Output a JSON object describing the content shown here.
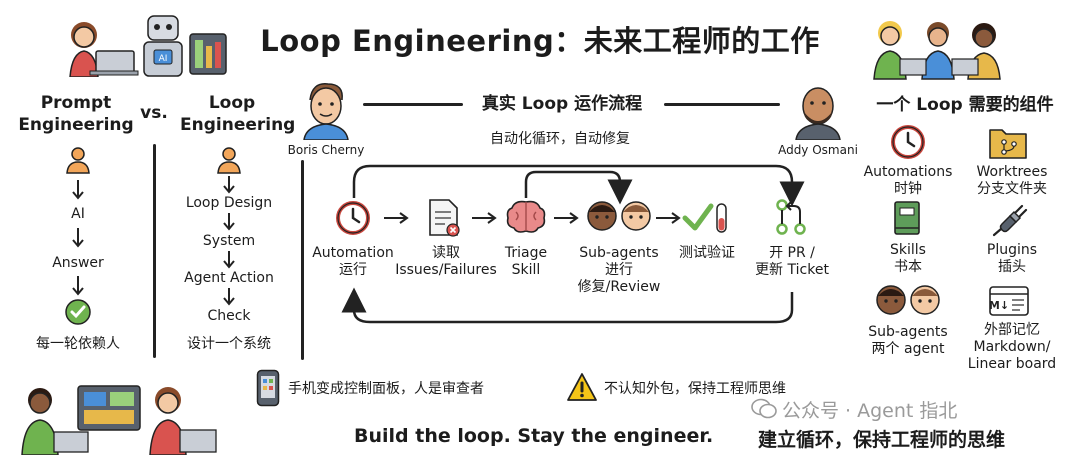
{
  "title": "Loop Engineering：未来工程师的工作",
  "left": {
    "prompt_title": "Prompt\nEngineering",
    "vs": "vs.",
    "loop_title": "Loop\nEngineering",
    "prompt_steps": [
      "AI",
      "Answer"
    ],
    "prompt_caption": "每一轮依赖人",
    "loop_steps": [
      "Loop Design",
      "System",
      "Agent Action",
      "Check"
    ],
    "loop_caption": "设计一个系统"
  },
  "center": {
    "header": "真实 Loop 运作流程",
    "subheader": "自动化循环，自动修复",
    "person_left": "Boris Cherny",
    "person_right": "Addy Osmani",
    "flow": [
      {
        "icon": "clock-icon",
        "label": "Automation\n运行"
      },
      {
        "icon": "document-icon",
        "label": "读取\nIssues/Failures"
      },
      {
        "icon": "brain-icon",
        "label": "Triage\nSkill"
      },
      {
        "icon": "agents-icon",
        "label": "Sub-agents\n进行\n修复/Review"
      },
      {
        "icon": "test-tube-icon",
        "label": "测试验证"
      },
      {
        "icon": "pull-request-icon",
        "label": "开 PR /\n更新 Ticket"
      }
    ],
    "note_phone": "手机变成控制面板，人是审查者",
    "note_warning": "不认知外包，保持工程师思维"
  },
  "right": {
    "header": "一个 Loop 需要的组件",
    "components": [
      {
        "icon": "clock-icon",
        "label": "Automations\n时钟"
      },
      {
        "icon": "folder-icon",
        "label": "Worktrees\n分支文件夹"
      },
      {
        "icon": "book-icon",
        "label": "Skills\n书本"
      },
      {
        "icon": "plug-icon",
        "label": "Plugins\n插头"
      },
      {
        "icon": "agents-icon",
        "label": "Sub-agents\n两个 agent"
      },
      {
        "icon": "markdown-icon",
        "label": "外部记忆\nMarkdown/\nLinear board"
      }
    ]
  },
  "footer": {
    "slogan_en": "Build the loop. Stay the engineer.",
    "slogan_zh": "建立循环，保持工程师的思维",
    "watermark": "公众号 · Agent 指北"
  },
  "colors": {
    "ink": "#1c1c1c",
    "clock_red": "#c9463d",
    "brain_pink": "#e98a8a",
    "check_green": "#6fb34f",
    "folder_yellow": "#e7b84a",
    "book_green": "#5e9c5a",
    "warning_yellow": "#f5c518"
  }
}
